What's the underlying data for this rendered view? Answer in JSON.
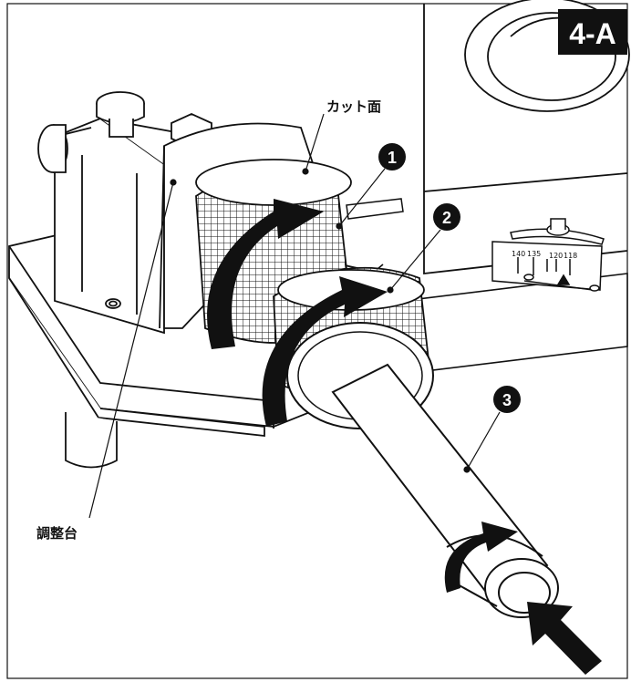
{
  "figure_id": "4-A",
  "labels": {
    "cut_surface": "カット面",
    "adjust_base": "調整台"
  },
  "callouts": [
    "1",
    "2",
    "3"
  ],
  "scale_ticks": [
    "140",
    "135",
    "120",
    "118"
  ],
  "colors": {
    "ink": "#111111",
    "paper": "#ffffff",
    "badge_bg": "#111111",
    "badge_fg": "#ffffff"
  },
  "icons": {
    "rotate_arrow": "curved-arrow-icon",
    "push_arrow": "push-arrow-icon",
    "callout": "numbered-circle-icon"
  }
}
